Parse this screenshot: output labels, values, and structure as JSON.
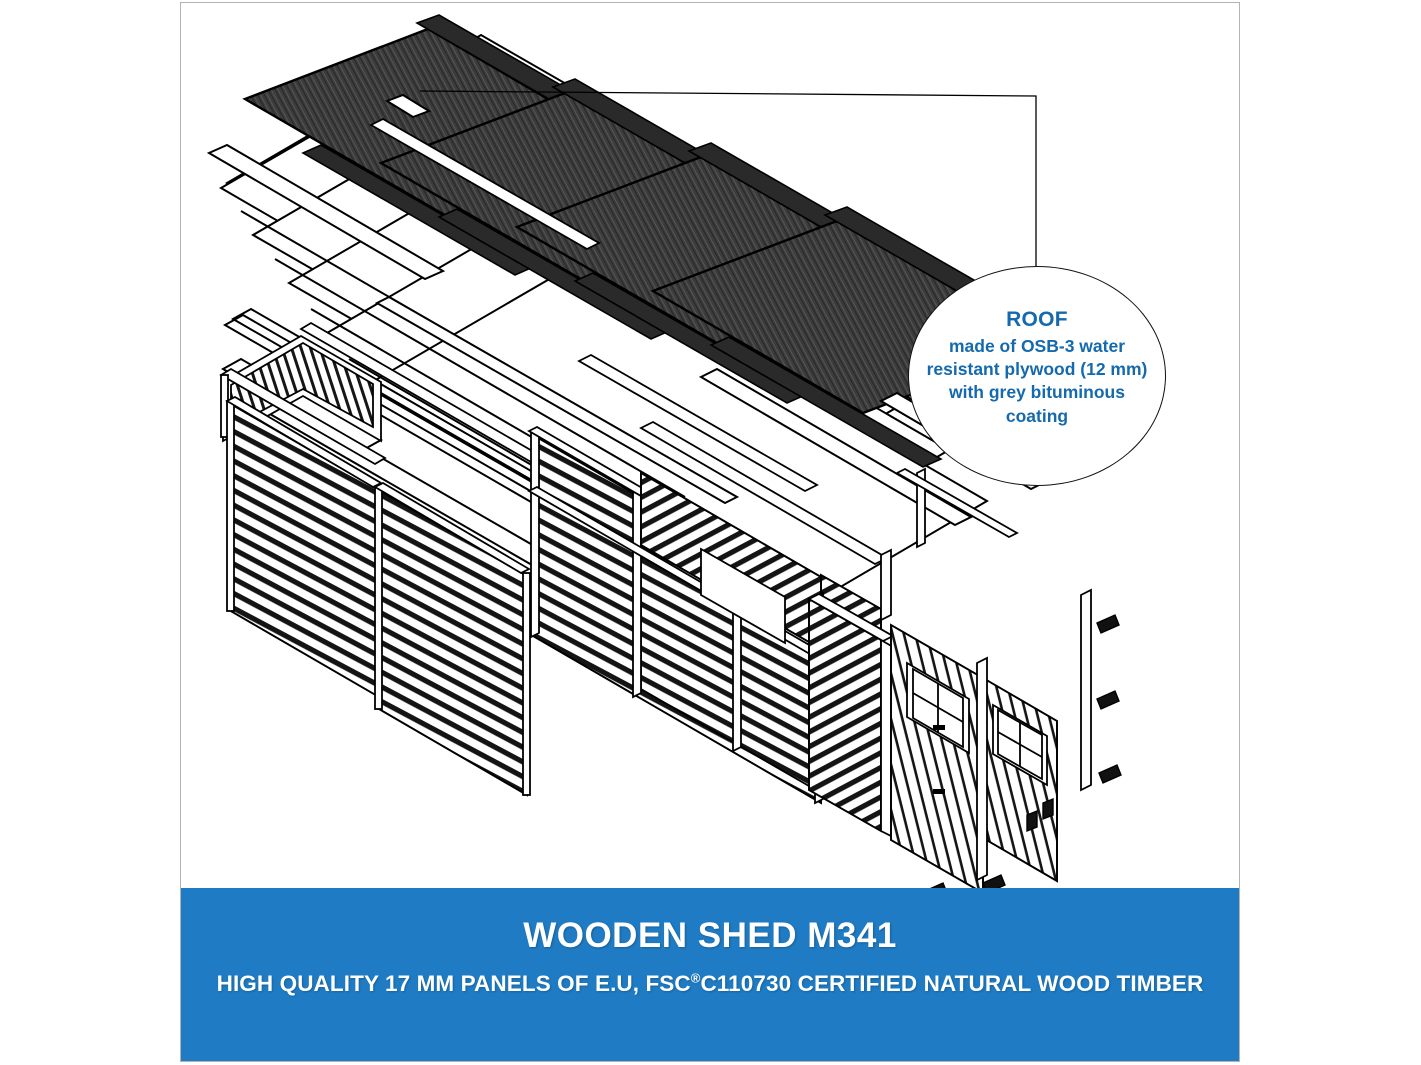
{
  "page": {
    "background_color": "#ffffff",
    "frame_border_color": "#b3b3b3"
  },
  "callout": {
    "title": "ROOF",
    "lines": [
      "made of OSB-3 water",
      "resistant plywood (12 mm)",
      "with grey bituminous",
      "coating"
    ],
    "text_color": "#1569AD",
    "border_color": "#111111",
    "leader_line": "from roof panel to ellipse top"
  },
  "banner": {
    "background_color": "#1F7CC4",
    "text_color": "#ffffff",
    "title": "WOODEN SHED M341",
    "subtitle_before": "HIGH QUALITY 17 MM PANELS OF E.U, FSC",
    "subtitle_mark": "®",
    "subtitle_after": "C110730 CERTIFIED NATURAL WOOD TIMBER"
  },
  "drawing": {
    "type": "exploded-isometric-assembly",
    "subject": "wooden garden shed",
    "line_color": "#000000",
    "roof_panel_fill": "#3a3a3a",
    "parts": [
      "bituminous roof panels",
      "OSB roof decking boards",
      "roof purlins and battens",
      "gable frame",
      "log-profile wall panels",
      "corner posts",
      "double door with glazed windows",
      "door frame trim",
      "hinges and fasteners"
    ]
  }
}
